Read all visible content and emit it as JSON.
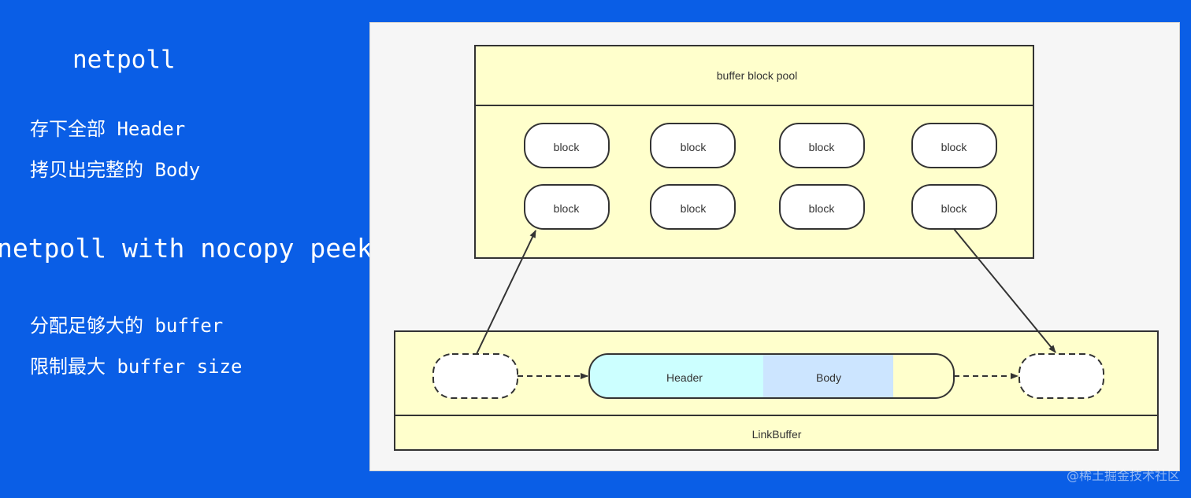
{
  "left_panel": {
    "title1": "netpoll",
    "line1": "存下全部 Header",
    "line2": "拷贝出完整的 Body",
    "title2": "netpoll with nocopy peek",
    "line3": "分配足够大的 buffer",
    "line4": "限制最大 buffer size"
  },
  "diagram": {
    "pool_label": "buffer block pool",
    "block_label": "block",
    "header_label": "Header",
    "body_label": "Body",
    "linkbuffer_label": "LinkBuffer"
  },
  "watermark": "@稀土掘金技术社区",
  "colors": {
    "background": "#0a5ee6",
    "box_fill": "#ffffcc",
    "header_fill": "#ccffff",
    "body_fill": "#cce5ff"
  }
}
